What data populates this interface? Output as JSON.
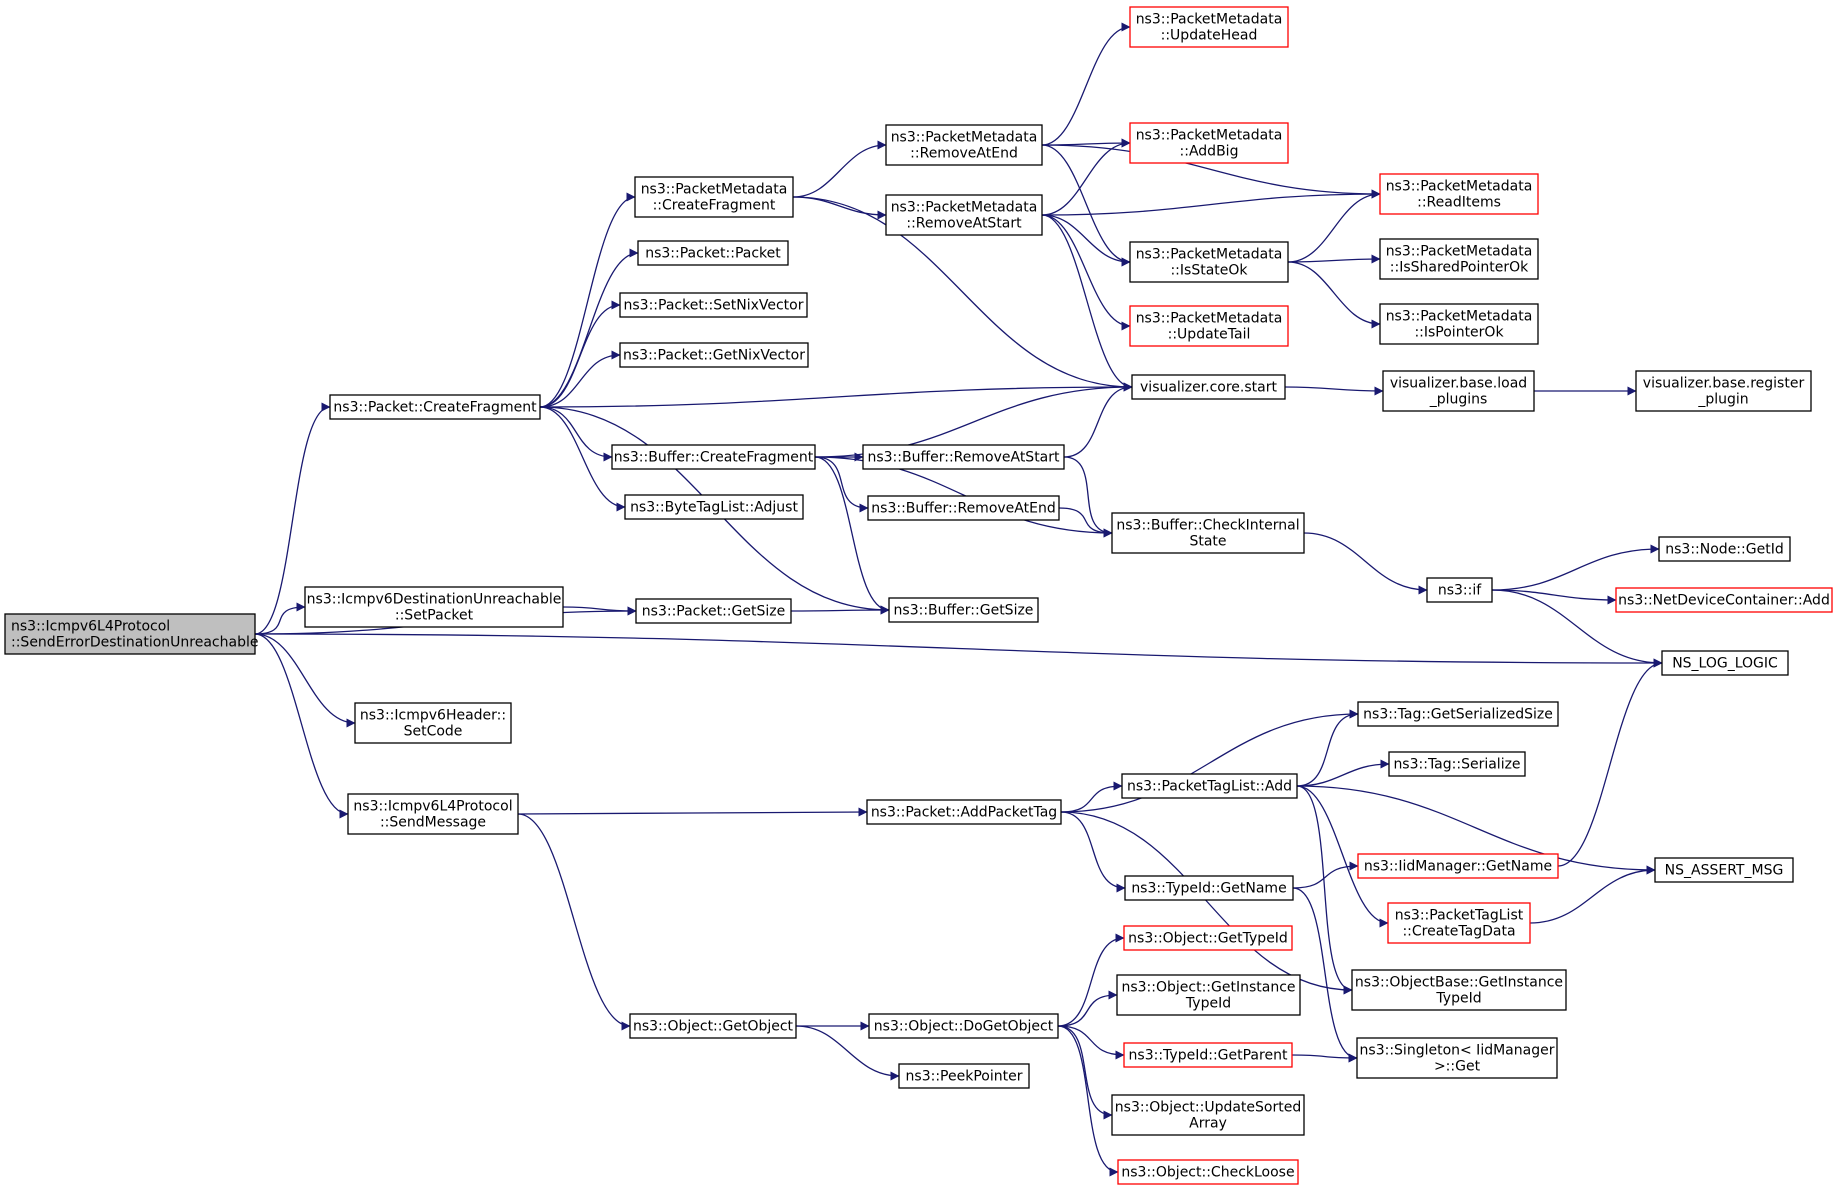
{
  "colors": {
    "edge": "#191970",
    "node_border": "#000000",
    "node_border_undocumented": "#ff0000",
    "root_fill": "#bfbfbf",
    "node_fill": "#ffffff"
  },
  "nodes": [
    {
      "id": "n_root",
      "lines": [
        "ns3::Icmpv6L4Protocol",
        "::SendErrorDestinationUnreachable"
      ],
      "root": true
    },
    {
      "id": "n_pkt_createfragment",
      "lines": [
        "ns3::Packet::CreateFragment"
      ]
    },
    {
      "id": "n_icmpv6du_setpacket",
      "lines": [
        "ns3::Icmpv6DestinationUnreachable",
        "::SetPacket"
      ]
    },
    {
      "id": "n_icmpv6header_setcode",
      "lines": [
        "ns3::Icmpv6Header::",
        "SetCode"
      ]
    },
    {
      "id": "n_icmpv6l4_sendmessage",
      "lines": [
        "ns3::Icmpv6L4Protocol",
        "::SendMessage"
      ]
    },
    {
      "id": "n_pm_createfragment",
      "lines": [
        "ns3::PacketMetadata",
        "::CreateFragment"
      ]
    },
    {
      "id": "n_pkt_packet",
      "lines": [
        "ns3::Packet::Packet"
      ]
    },
    {
      "id": "n_pkt_setnixvector",
      "lines": [
        "ns3::Packet::SetNixVector"
      ]
    },
    {
      "id": "n_pkt_getnixvector",
      "lines": [
        "ns3::Packet::GetNixVector"
      ]
    },
    {
      "id": "n_buf_createfragment",
      "lines": [
        "ns3::Buffer::CreateFragment"
      ]
    },
    {
      "id": "n_bytetaglist_adjust",
      "lines": [
        "ns3::ByteTagList::Adjust"
      ]
    },
    {
      "id": "n_pkt_getsize",
      "lines": [
        "ns3::Packet::GetSize"
      ]
    },
    {
      "id": "n_pkt_addpackettag",
      "lines": [
        "ns3::Packet::AddPacketTag"
      ]
    },
    {
      "id": "n_obj_getobject",
      "lines": [
        "ns3::Object::GetObject"
      ]
    },
    {
      "id": "n_pm_removeatend",
      "lines": [
        "ns3::PacketMetadata",
        "::RemoveAtEnd"
      ]
    },
    {
      "id": "n_pm_removeatstart",
      "lines": [
        "ns3::PacketMetadata",
        "::RemoveAtStart"
      ]
    },
    {
      "id": "n_buf_removeatstart",
      "lines": [
        "ns3::Buffer::RemoveAtStart"
      ]
    },
    {
      "id": "n_buf_removeatend",
      "lines": [
        "ns3::Buffer::RemoveAtEnd"
      ]
    },
    {
      "id": "n_buf_getsize",
      "lines": [
        "ns3::Buffer::GetSize"
      ]
    },
    {
      "id": "n_obj_dogetobject",
      "lines": [
        "ns3::Object::DoGetObject"
      ]
    },
    {
      "id": "n_peekpointer",
      "lines": [
        "ns3::PeekPointer"
      ]
    },
    {
      "id": "n_pm_updatehead",
      "lines": [
        "ns3::PacketMetadata",
        "::UpdateHead"
      ],
      "undocumented": true
    },
    {
      "id": "n_pm_addbig",
      "lines": [
        "ns3::PacketMetadata",
        "::AddBig"
      ],
      "undocumented": true
    },
    {
      "id": "n_pm_isstateok",
      "lines": [
        "ns3::PacketMetadata",
        "::IsStateOk"
      ]
    },
    {
      "id": "n_pm_updatetail",
      "lines": [
        "ns3::PacketMetadata",
        "::UpdateTail"
      ],
      "undocumented": true
    },
    {
      "id": "n_vis_core_start",
      "lines": [
        "visualizer.core.start"
      ]
    },
    {
      "id": "n_buf_checkinternalstate",
      "lines": [
        "ns3::Buffer::CheckInternal",
        "State"
      ]
    },
    {
      "id": "n_packettaglist_add",
      "lines": [
        "ns3::PacketTagList::Add"
      ]
    },
    {
      "id": "n_typeid_getname",
      "lines": [
        "ns3::TypeId::GetName"
      ]
    },
    {
      "id": "n_obj_gettypeid",
      "lines": [
        "ns3::Object::GetTypeId"
      ],
      "undocumented": true
    },
    {
      "id": "n_obj_getinstancetypeid",
      "lines": [
        "ns3::Object::GetInstance",
        "TypeId"
      ]
    },
    {
      "id": "n_typeid_getparent",
      "lines": [
        "ns3::TypeId::GetParent"
      ],
      "undocumented": true
    },
    {
      "id": "n_obj_updatesortedarray",
      "lines": [
        "ns3::Object::UpdateSorted",
        "Array"
      ]
    },
    {
      "id": "n_obj_checkloose",
      "lines": [
        "ns3::Object::CheckLoose"
      ],
      "undocumented": true
    },
    {
      "id": "n_pm_readitems",
      "lines": [
        "ns3::PacketMetadata",
        "::ReadItems"
      ],
      "undocumented": true
    },
    {
      "id": "n_pm_issharedpointerok",
      "lines": [
        "ns3::PacketMetadata",
        "::IsSharedPointerOk"
      ]
    },
    {
      "id": "n_pm_ispointerok",
      "lines": [
        "ns3::PacketMetadata",
        "::IsPointerOk"
      ]
    },
    {
      "id": "n_vis_base_loadplugins",
      "lines": [
        "visualizer.base.load",
        "_plugins"
      ]
    },
    {
      "id": "n_ns3_if",
      "lines": [
        "ns3::if"
      ]
    },
    {
      "id": "n_tag_getserializedsize",
      "lines": [
        "ns3::Tag::GetSerializedSize"
      ]
    },
    {
      "id": "n_tag_serialize",
      "lines": [
        "ns3::Tag::Serialize"
      ]
    },
    {
      "id": "n_iidmanager_getname",
      "lines": [
        "ns3::IidManager::GetName"
      ],
      "undocumented": true
    },
    {
      "id": "n_packettaglist_createtagdata",
      "lines": [
        "ns3::PacketTagList",
        "::CreateTagData"
      ],
      "undocumented": true
    },
    {
      "id": "n_objectbase_getinstancetypeid",
      "lines": [
        "ns3::ObjectBase::GetInstance",
        "TypeId"
      ]
    },
    {
      "id": "n_singleton_get",
      "lines": [
        "ns3::Singleton< IidManager",
        ">::Get"
      ]
    },
    {
      "id": "n_vis_base_registerplugin",
      "lines": [
        "visualizer.base.register",
        "_plugin"
      ]
    },
    {
      "id": "n_node_getid",
      "lines": [
        "ns3::Node::GetId"
      ]
    },
    {
      "id": "n_netdevicecontainer_add",
      "lines": [
        "ns3::NetDeviceContainer::Add"
      ],
      "undocumented": true
    },
    {
      "id": "n_ns_log_logic",
      "lines": [
        "NS_LOG_LOGIC"
      ]
    },
    {
      "id": "n_ns_assert_msg",
      "lines": [
        "NS_ASSERT_MSG"
      ]
    }
  ],
  "edges": [
    [
      "n_root",
      "n_pkt_createfragment"
    ],
    [
      "n_root",
      "n_icmpv6du_setpacket"
    ],
    [
      "n_root",
      "n_pkt_getsize"
    ],
    [
      "n_root",
      "n_ns_log_logic"
    ],
    [
      "n_root",
      "n_icmpv6header_setcode"
    ],
    [
      "n_root",
      "n_icmpv6l4_sendmessage"
    ],
    [
      "n_pkt_createfragment",
      "n_pm_createfragment"
    ],
    [
      "n_pkt_createfragment",
      "n_pkt_packet"
    ],
    [
      "n_pkt_createfragment",
      "n_pkt_setnixvector"
    ],
    [
      "n_pkt_createfragment",
      "n_pkt_getnixvector"
    ],
    [
      "n_pkt_createfragment",
      "n_vis_core_start"
    ],
    [
      "n_pkt_createfragment",
      "n_buf_createfragment"
    ],
    [
      "n_pkt_createfragment",
      "n_bytetaglist_adjust"
    ],
    [
      "n_pkt_createfragment",
      "n_buf_getsize"
    ],
    [
      "n_pm_createfragment",
      "n_pm_removeatend"
    ],
    [
      "n_pm_createfragment",
      "n_pm_removeatstart"
    ],
    [
      "n_pm_createfragment",
      "n_vis_core_start"
    ],
    [
      "n_pm_removeatend",
      "n_pm_updatehead"
    ],
    [
      "n_pm_removeatend",
      "n_pm_addbig"
    ],
    [
      "n_pm_removeatend",
      "n_pm_readitems"
    ],
    [
      "n_pm_removeatend",
      "n_pm_isstateok"
    ],
    [
      "n_pm_removeatstart",
      "n_pm_addbig"
    ],
    [
      "n_pm_removeatstart",
      "n_pm_readitems"
    ],
    [
      "n_pm_removeatstart",
      "n_pm_isstateok"
    ],
    [
      "n_pm_removeatstart",
      "n_pm_updatetail"
    ],
    [
      "n_pm_removeatstart",
      "n_vis_core_start"
    ],
    [
      "n_pm_isstateok",
      "n_pm_readitems"
    ],
    [
      "n_pm_isstateok",
      "n_pm_issharedpointerok"
    ],
    [
      "n_pm_isstateok",
      "n_pm_ispointerok"
    ],
    [
      "n_vis_core_start",
      "n_vis_base_loadplugins"
    ],
    [
      "n_vis_base_loadplugins",
      "n_vis_base_registerplugin"
    ],
    [
      "n_buf_createfragment",
      "n_vis_core_start"
    ],
    [
      "n_buf_createfragment",
      "n_buf_removeatstart"
    ],
    [
      "n_buf_createfragment",
      "n_buf_removeatend"
    ],
    [
      "n_buf_createfragment",
      "n_buf_checkinternalstate"
    ],
    [
      "n_buf_createfragment",
      "n_buf_getsize"
    ],
    [
      "n_buf_removeatstart",
      "n_vis_core_start"
    ],
    [
      "n_buf_removeatstart",
      "n_buf_checkinternalstate"
    ],
    [
      "n_buf_removeatend",
      "n_buf_checkinternalstate"
    ],
    [
      "n_buf_checkinternalstate",
      "n_ns3_if"
    ],
    [
      "n_ns3_if",
      "n_node_getid"
    ],
    [
      "n_ns3_if",
      "n_netdevicecontainer_add"
    ],
    [
      "n_ns3_if",
      "n_ns_log_logic"
    ],
    [
      "n_icmpv6du_setpacket",
      "n_pkt_getsize"
    ],
    [
      "n_pkt_getsize",
      "n_buf_getsize"
    ],
    [
      "n_icmpv6l4_sendmessage",
      "n_pkt_addpackettag"
    ],
    [
      "n_icmpv6l4_sendmessage",
      "n_obj_getobject"
    ],
    [
      "n_pkt_addpackettag",
      "n_tag_getserializedsize"
    ],
    [
      "n_pkt_addpackettag",
      "n_packettaglist_add"
    ],
    [
      "n_pkt_addpackettag",
      "n_typeid_getname"
    ],
    [
      "n_pkt_addpackettag",
      "n_objectbase_getinstancetypeid"
    ],
    [
      "n_packettaglist_add",
      "n_tag_getserializedsize"
    ],
    [
      "n_packettaglist_add",
      "n_tag_serialize"
    ],
    [
      "n_packettaglist_add",
      "n_ns_assert_msg"
    ],
    [
      "n_packettaglist_add",
      "n_packettaglist_createtagdata"
    ],
    [
      "n_packettaglist_add",
      "n_objectbase_getinstancetypeid"
    ],
    [
      "n_typeid_getname",
      "n_iidmanager_getname"
    ],
    [
      "n_typeid_getname",
      "n_singleton_get"
    ],
    [
      "n_iidmanager_getname",
      "n_ns_log_logic"
    ],
    [
      "n_packettaglist_createtagdata",
      "n_ns_assert_msg"
    ],
    [
      "n_obj_getobject",
      "n_obj_dogetobject"
    ],
    [
      "n_obj_getobject",
      "n_peekpointer"
    ],
    [
      "n_obj_dogetobject",
      "n_obj_gettypeid"
    ],
    [
      "n_obj_dogetobject",
      "n_obj_getinstancetypeid"
    ],
    [
      "n_obj_dogetobject",
      "n_typeid_getparent"
    ],
    [
      "n_obj_dogetobject",
      "n_obj_updatesortedarray"
    ],
    [
      "n_obj_dogetobject",
      "n_obj_checkloose"
    ],
    [
      "n_typeid_getparent",
      "n_singleton_get"
    ]
  ]
}
